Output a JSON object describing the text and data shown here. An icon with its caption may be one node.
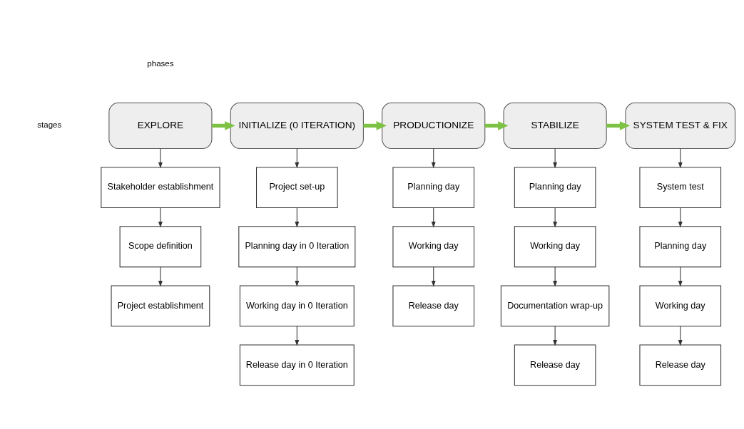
{
  "diagram": {
    "nodes": [
      {
        "text": [
          "EXPLORE"
        ]
      },
      {
        "text": [
          "INITIALIZE (0 ITERATION)"
        ]
      },
      {
        "text": [
          "PRODUCTIONIZE"
        ]
      },
      {
        "text": [
          "STABILIZE"
        ]
      },
      {
        "text": [
          "SYSTEM TEST & FIX"
        ]
      },
      {
        "text": [
          "Stakeholder establishment"
        ]
      },
      {
        "text": [
          "Scope definition"
        ]
      },
      {
        "text": [
          "Project establishment"
        ]
      },
      {
        "text": [
          "Project set-up"
        ]
      },
      {
        "text": [
          "Planning day in 0 Iteration"
        ]
      },
      {
        "text": [
          "Working day in 0 Iteration"
        ]
      },
      {
        "text": [
          "Release day in 0 Iteration"
        ]
      },
      {
        "text": [
          "Planning day"
        ]
      },
      {
        "text": [
          "Working day"
        ]
      },
      {
        "text": [
          "Release day"
        ]
      },
      {
        "text": [
          "Planning day"
        ]
      },
      {
        "text": [
          "Working day"
        ]
      },
      {
        "text": [
          "Documentation wrap-up"
        ]
      },
      {
        "text": [
          "Release day"
        ]
      },
      {
        "text": [
          "System test"
        ]
      },
      {
        "text": [
          "Planning day"
        ]
      },
      {
        "text": [
          "Working day"
        ]
      },
      {
        "text": [
          "Release day"
        ]
      }
    ],
    "edges": [
      {
        "from": 0,
        "to": 1,
        "arrow": "to",
        "style": "thick",
        "color": "#7dc242"
      },
      {
        "from": 1,
        "to": 2,
        "arrow": "to",
        "style": "thick",
        "color": "#7dc242"
      },
      {
        "from": 2,
        "to": 3,
        "arrow": "to",
        "style": "thick",
        "color": "#7dc242"
      },
      {
        "from": 3,
        "to": 4,
        "arrow": "to",
        "style": "thick",
        "color": "#7dc242"
      },
      {
        "from": 0,
        "to": 5,
        "arrow": "to"
      },
      {
        "from": 5,
        "to": 6,
        "arrow": "to"
      },
      {
        "from": 6,
        "to": 7,
        "arrow": "to"
      },
      {
        "from": 1,
        "to": 8,
        "arrow": "to"
      },
      {
        "from": 8,
        "to": 9,
        "arrow": "to"
      },
      {
        "from": 9,
        "to": 10,
        "arrow": "to"
      },
      {
        "from": 10,
        "to": 11,
        "arrow": "to"
      },
      {
        "from": 2,
        "to": 12,
        "arrow": "to"
      },
      {
        "from": 12,
        "to": 13,
        "arrow": "to"
      },
      {
        "from": 13,
        "to": 14,
        "arrow": "to"
      },
      {
        "from": 3,
        "to": 15,
        "arrow": "to"
      },
      {
        "from": 15,
        "to": 16,
        "arrow": "to"
      },
      {
        "from": 16,
        "to": 17,
        "arrow": "to"
      },
      {
        "from": 17,
        "to": 18,
        "arrow": "to"
      },
      {
        "from": 4,
        "to": 19,
        "arrow": "to"
      },
      {
        "from": 19,
        "to": 20,
        "arrow": "to"
      },
      {
        "from": 20,
        "to": 21,
        "arrow": "to"
      },
      {
        "from": 21,
        "to": 22,
        "arrow": "to"
      }
    ],
    "labels": [
      "phases",
      "stages"
    ]
  }
}
